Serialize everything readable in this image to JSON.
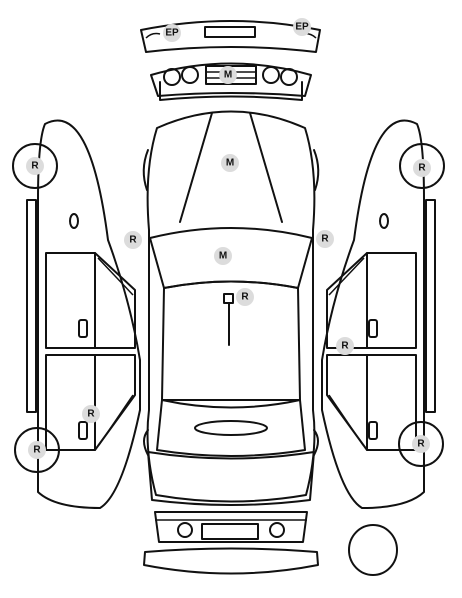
{
  "colors": {
    "stroke": "#111111",
    "badge_fill": "#dcdcdc",
    "background": "#ffffff"
  },
  "labels": {
    "ep_front_left": "EP",
    "ep_front_right": "EP",
    "m_front_grille": "M",
    "m_hood": "M",
    "m_windshield": "M",
    "r_mirror_left": "R",
    "r_mirror_right": "R",
    "r_roof": "R",
    "r_right_door": "R",
    "r_left_rear_door": "R",
    "r_left_front_wheel": "R",
    "r_left_rear_wheel": "R",
    "r_right_front_wheel": "R",
    "r_right_rear_wheel": "R"
  }
}
